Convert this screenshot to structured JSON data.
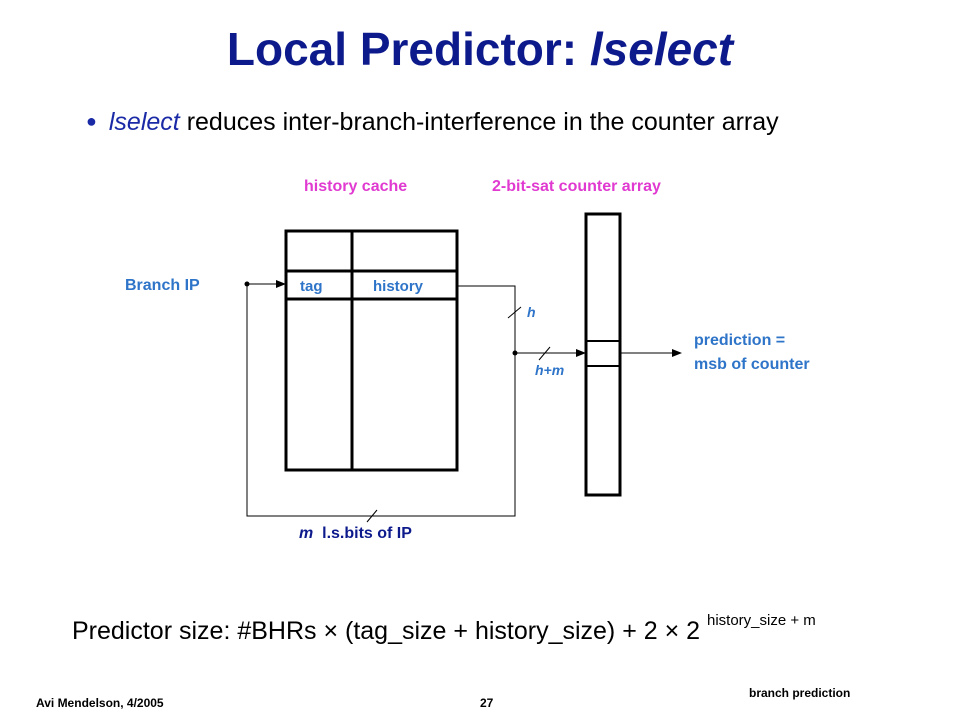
{
  "title": {
    "prefix": "Local Predictor: ",
    "emph": "lselect"
  },
  "bullet": {
    "emph": "lselect",
    "text": " reduces inter-branch-interference in the counter array"
  },
  "diagram": {
    "history_cache_label": "history cache",
    "counter_array_label": "2-bit-sat counter array",
    "branch_ip_label": "Branch IP",
    "tag_label": "tag",
    "history_label": "history",
    "h_label": "h",
    "hm_label": "h+m",
    "m_label": "m",
    "lsbits_label": "l.s.bits of IP",
    "prediction_line1": "prediction =",
    "prediction_line2": "msb of counter",
    "colors": {
      "blue": "#2e74c8",
      "magenta": "#e03ad1",
      "title": "#0d1a8c"
    }
  },
  "formula": {
    "text": "Predictor size: #BHRs × (tag_size + history_size) + 2 × 2 ",
    "superscript": "history_size + m"
  },
  "footer": {
    "author": "Avi Mendelson, 4/2005",
    "page": "27",
    "topic": "branch prediction"
  }
}
